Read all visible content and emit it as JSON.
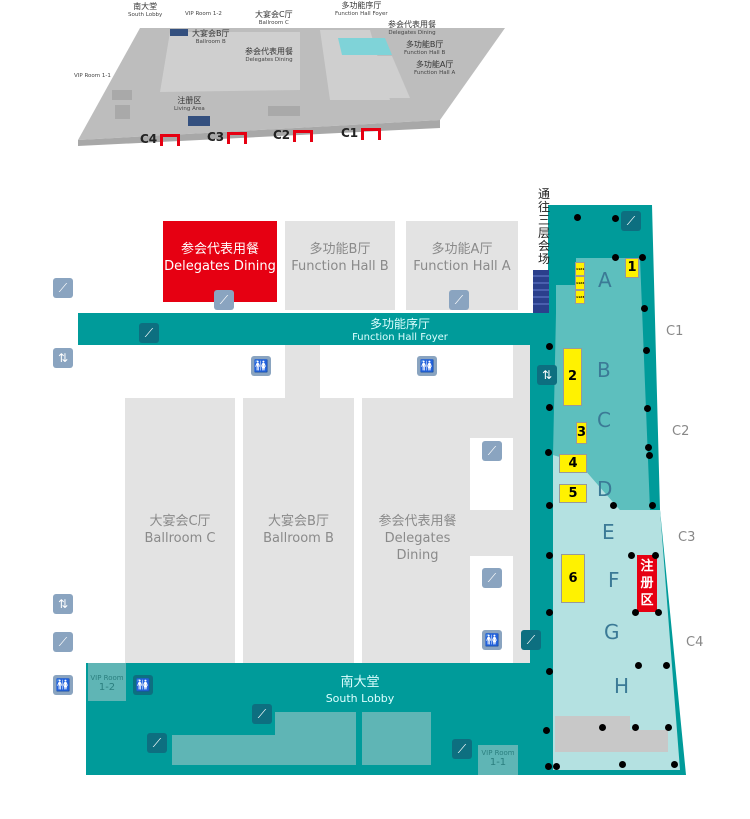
{
  "overview": {
    "labels": [
      {
        "zh": "南大堂",
        "en": "South Lobby"
      },
      {
        "zh": "",
        "en": "VIP Room 1-2"
      },
      {
        "zh": "大宴会B厅",
        "en": "Ballroom B"
      },
      {
        "zh": "大宴会C厅",
        "en": "Ballroom C"
      },
      {
        "zh": "多功能序厅",
        "en": "Function Hall Foyer"
      },
      {
        "zh": "参会代表用餐",
        "en": "Delegates Dining"
      },
      {
        "zh": "参会代表用餐",
        "en": "Delegates Dining"
      },
      {
        "zh": "多功能B厅",
        "en": "Function Hall B"
      },
      {
        "zh": "多功能A厅",
        "en": "Function Hall A"
      },
      {
        "zh": "",
        "en": "VIP Room 1-1"
      },
      {
        "zh": "注册区",
        "en": "Living Area"
      }
    ],
    "gates": [
      "C4",
      "C3",
      "C2",
      "C1"
    ]
  },
  "plan": {
    "dining_top": {
      "zh": "参会代表用餐",
      "en": "Delegates Dining"
    },
    "hall_b": {
      "zh": "多功能B厅",
      "en": "Function Hall B"
    },
    "hall_a": {
      "zh": "多功能A厅",
      "en": "Function Hall A"
    },
    "foyer": {
      "zh": "多功能序厅",
      "en": "Function Hall Foyer"
    },
    "ballroom_c": {
      "zh": "大宴会C厅",
      "en": "Ballroom C"
    },
    "ballroom_b": {
      "zh": "大宴会B厅",
      "en": "Ballroom B"
    },
    "dining_bottom": {
      "zh": "参会代表用餐",
      "en": "Delegates Dining"
    },
    "lobby": {
      "zh": "南大堂",
      "en": "South Lobby"
    },
    "vip12": {
      "title": "VIP Room",
      "num": "1-2"
    },
    "vip11": {
      "title": "VIP Room",
      "num": "1-1"
    },
    "to_third_floor": "通往三层会场",
    "registration": "注册区",
    "zones": [
      "A",
      "B",
      "C",
      "D",
      "E",
      "F",
      "G",
      "H"
    ],
    "booths": [
      "1",
      "2",
      "3",
      "4",
      "5",
      "6"
    ],
    "small_booths": [
      "1121",
      "1122",
      "1123"
    ],
    "gates": [
      "C1",
      "C2",
      "C3",
      "C4"
    ]
  },
  "colors": {
    "teal": "#009b9a",
    "teal_mid": "#5dbfbe",
    "teal_light": "#b4e1e1",
    "red": "#e60012",
    "booth": "#fff200"
  }
}
